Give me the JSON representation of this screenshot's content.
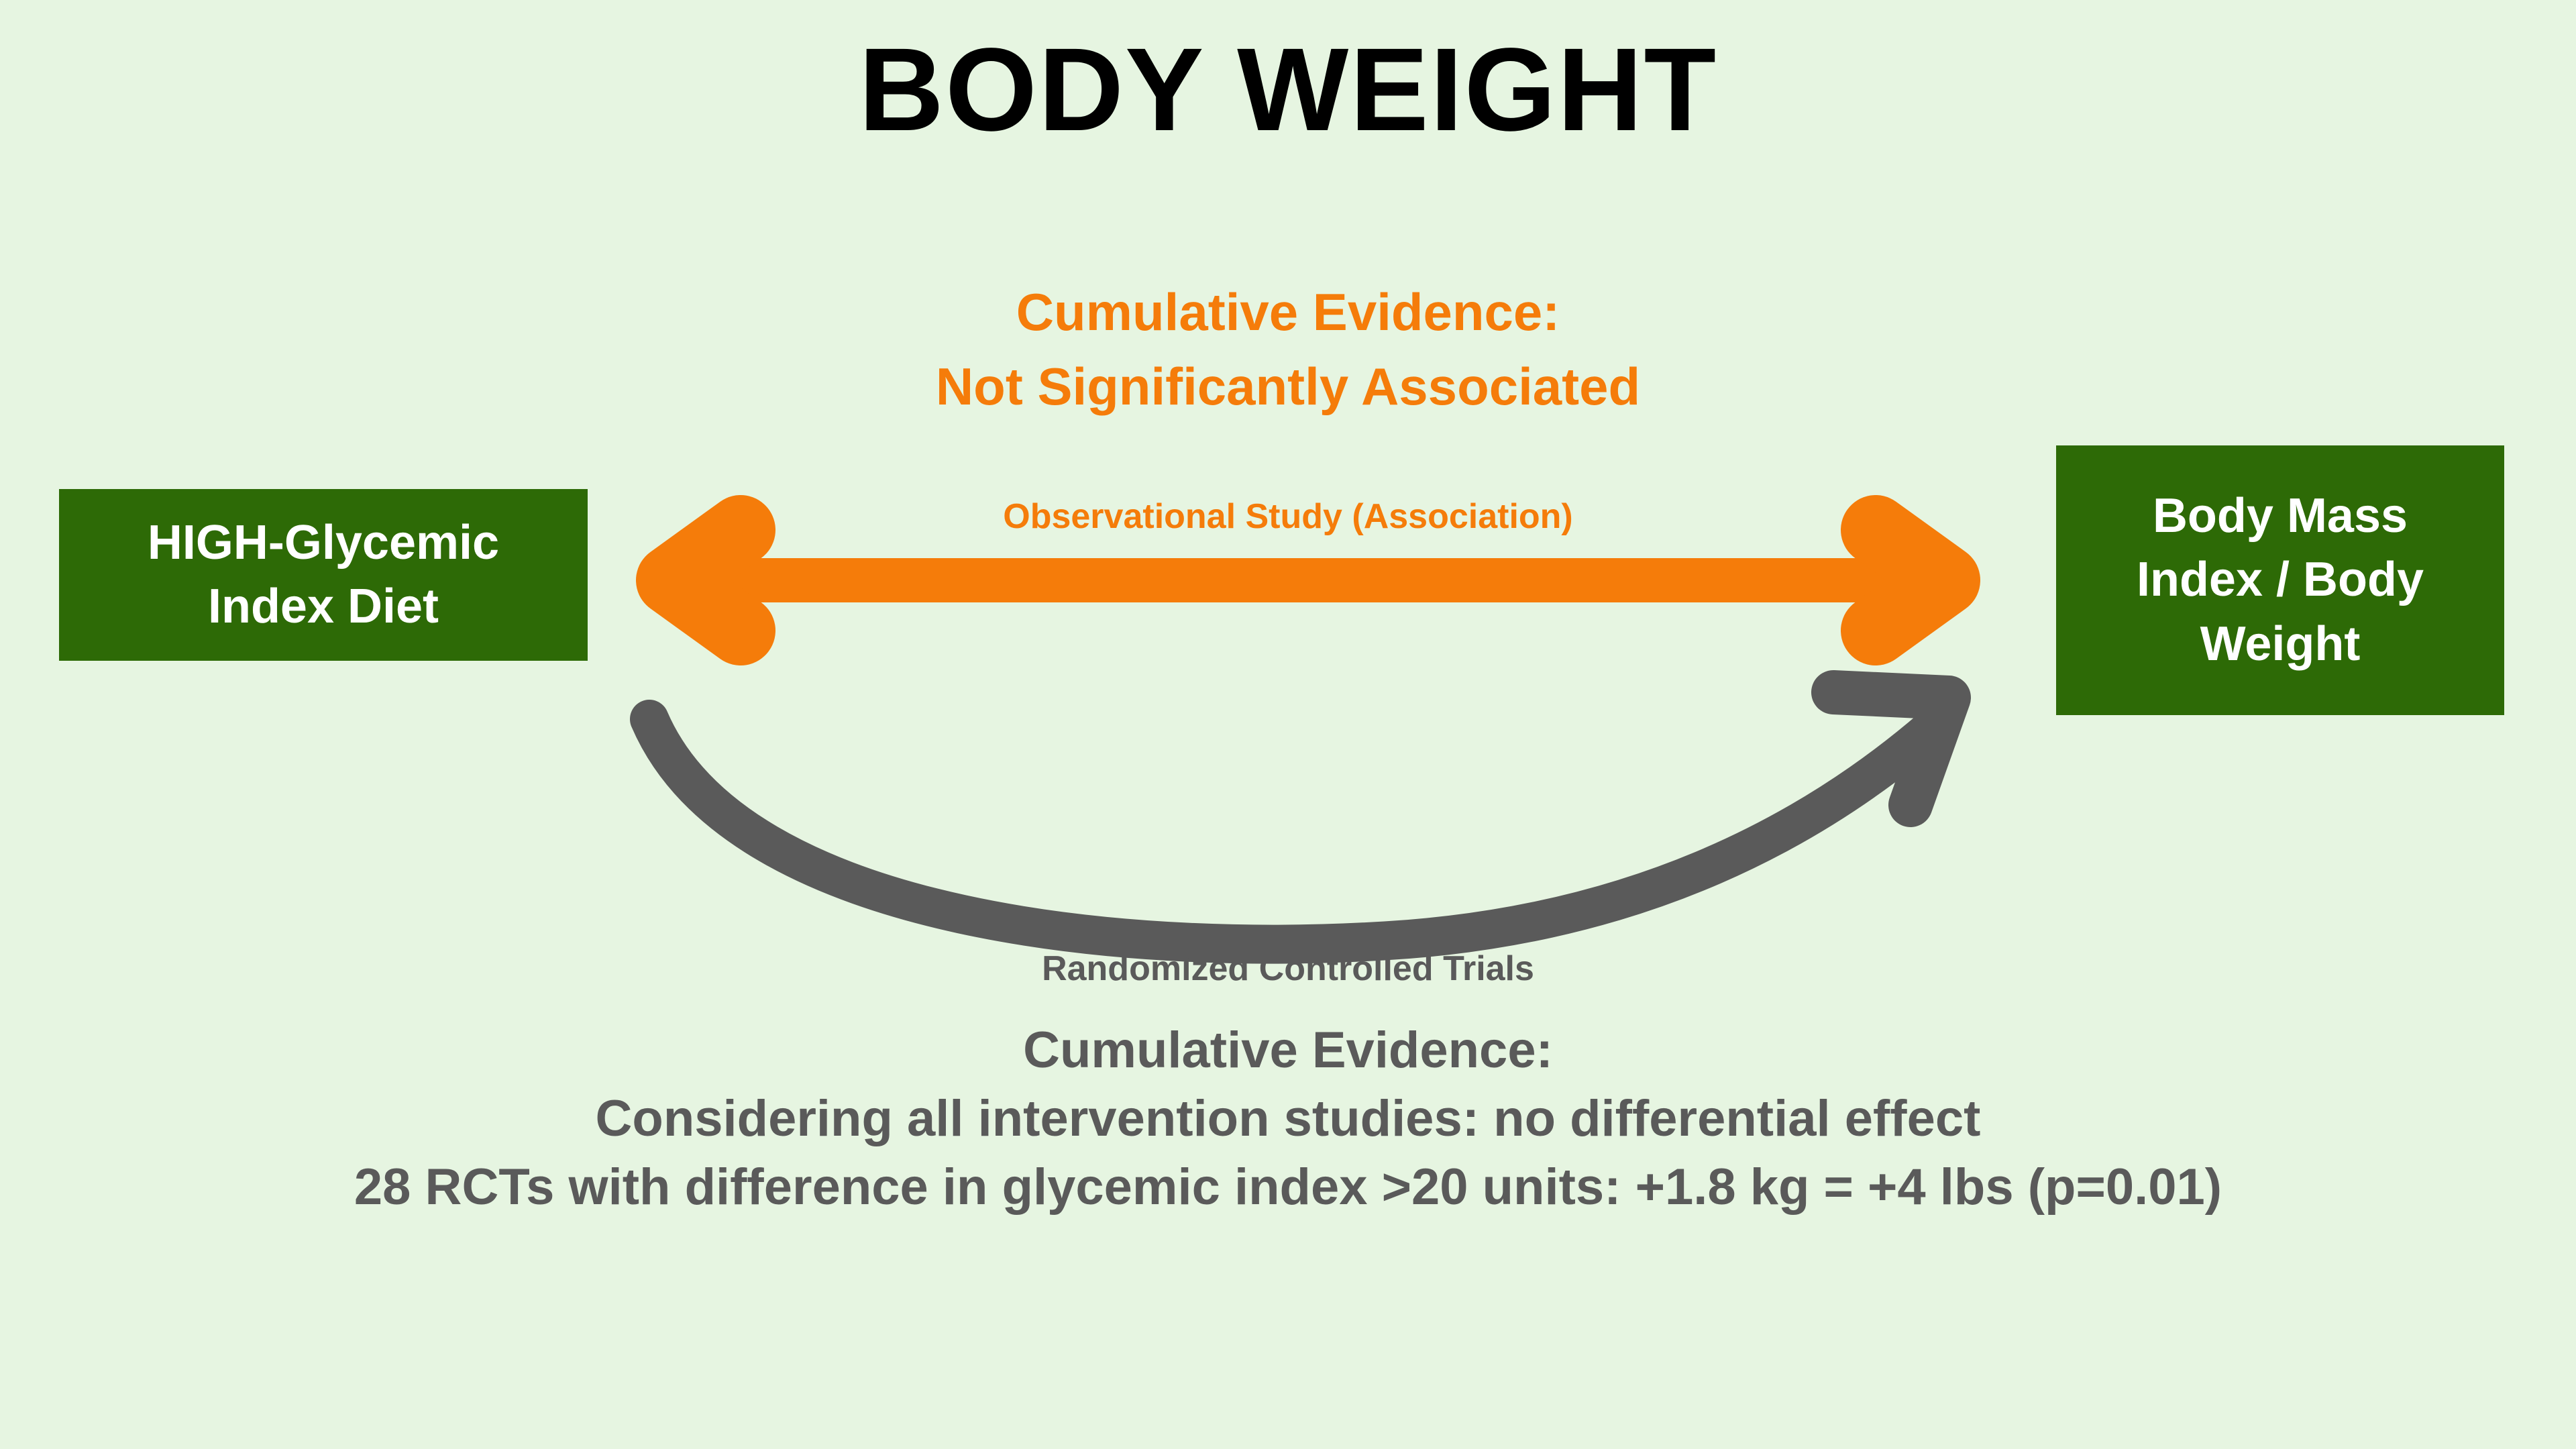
{
  "colors": {
    "background": "#e6f5e1",
    "node_green": "#2d6a06",
    "node_text": "#ffffff",
    "association_orange": "#f57c0a",
    "rct_gray": "#5a5a5a",
    "title_black": "#000000"
  },
  "title": "BODY WEIGHT",
  "nodes": {
    "exposure": {
      "line1": "HIGH-Glycemic",
      "line2": "Index Diet"
    },
    "outcome": {
      "line1": "Body Mass",
      "line2": "Index / Body",
      "line3": "Weight"
    }
  },
  "association": {
    "conclusion_line1": "Cumulative Evidence:",
    "conclusion_line2": "Not Significantly Associated",
    "arrow_label": "Observational Study (Association)",
    "arrow_icon": "double-headed-arrow-icon"
  },
  "rct": {
    "arrow_label": "Randomized Controlled Trials",
    "arrow_icon": "curved-arrow-icon",
    "conclusion_heading": "Cumulative Evidence:",
    "conclusion_line1": "Considering all intervention studies: no differential effect",
    "conclusion_line2": "28 RCTs with difference in glycemic index >20 units: +1.8 kg = +4 lbs (p=0.01)"
  }
}
